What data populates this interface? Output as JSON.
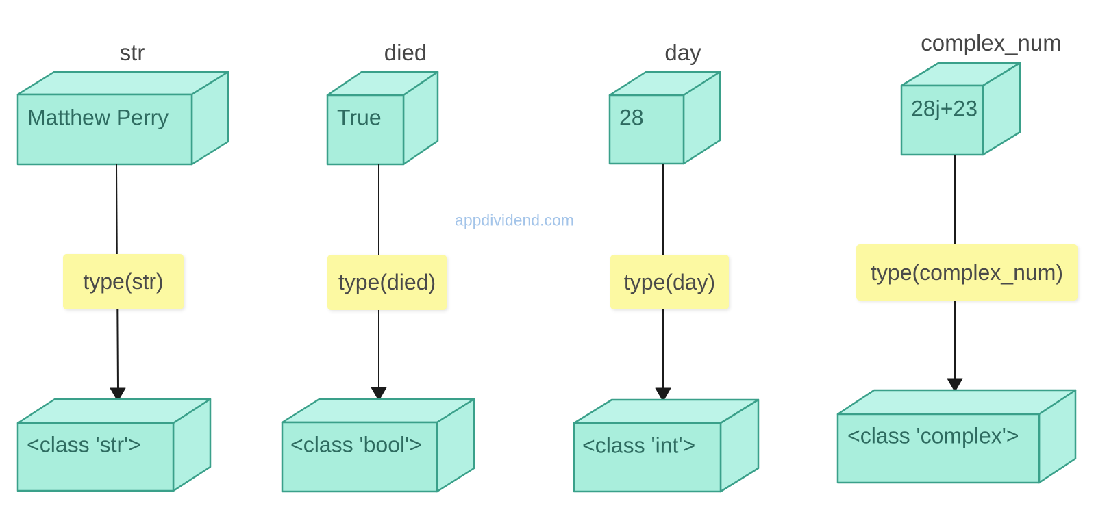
{
  "diagram": {
    "watermark": "appdividend.com",
    "colors": {
      "box_fill_front": "#a9eedc",
      "box_fill_top": "#bdf4e8",
      "box_fill_side": "#b2f1e2",
      "box_stroke": "#3aa08a",
      "box_text": "#2e6b60",
      "label_background": "#fcf9a2",
      "label_text": "#4a4a4a",
      "title_text": "#464646",
      "arrow": "#1b1b1b",
      "watermark_text": "#a3c4e9"
    },
    "columns": [
      {
        "title": "str",
        "value": "Matthew Perry",
        "operation": "type(str)",
        "result": "<class 'str'>"
      },
      {
        "title": "died",
        "value": "True",
        "operation": "type(died)",
        "result": "<class 'bool'>"
      },
      {
        "title": "day",
        "value": "28",
        "operation": "type(day)",
        "result": "<class 'int'>"
      },
      {
        "title": "complex_num",
        "value": "28j+23",
        "operation": "type(complex_num)",
        "result": "<class 'complex'>"
      }
    ]
  }
}
